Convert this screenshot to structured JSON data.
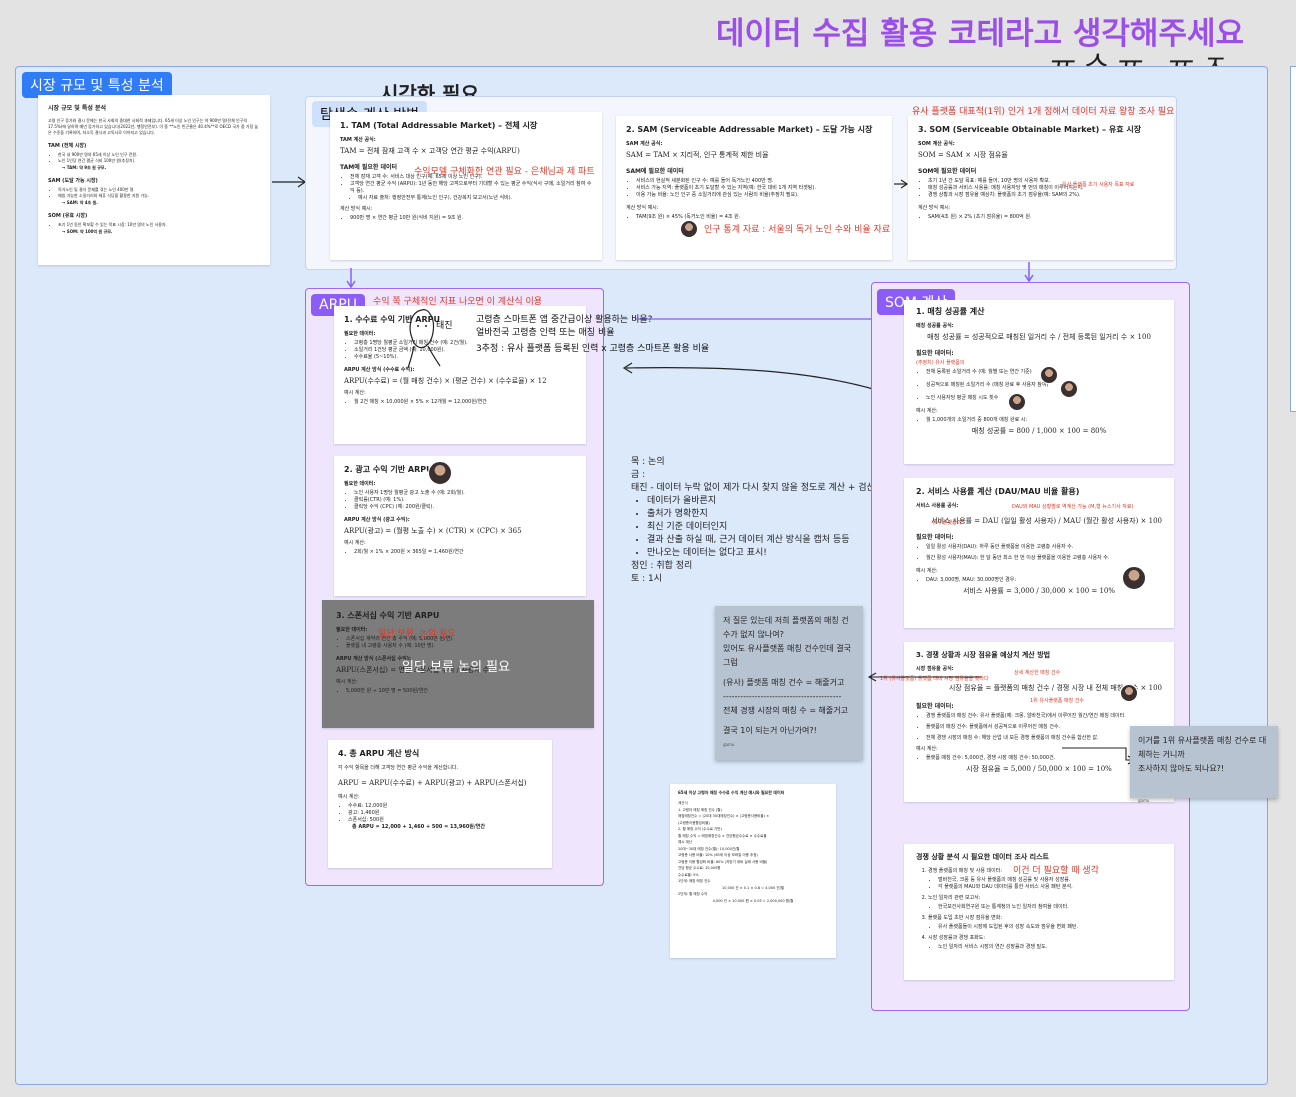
{
  "heading": {
    "title": "데이터 수집 활용 코테라고 생각해주세요",
    "scribble": "ㅠ스ㅠ ㅠㅈ"
  },
  "market": {
    "label": "시장 규모 및 특성 분석",
    "doc_title": "시장 규모 및 특성 분석",
    "intro": "고령 인구 증가와 결시 문제는 한국 사회의 중대한 사회적 과제입니다. 65세 이상 노인 인구는 약 900만 명(전체 인구의 17.5%)에 달하며 매년 증가하고 있습니다(2022년, 행정안전부). 이 중 **노인 빈곤율은 40.4%**로 OECD 국가 중 가장 높은 수준을 기록하며, 저소득 결식과 고독사로 이어지고 있습니다.",
    "tam_title": "TAM (전체 시장)",
    "tam_items": [
      "한국 내 900만 명의 65세 이상 노인 인구 전원.",
      "노인 1인당 연간 평균 식비 100만 원(추정치)."
    ],
    "tam_result": "→ TAM: 약 9조 원 규모.",
    "sam_title": "SAM (도달 가능 시장)",
    "sam_items": [
      "독거노인 및 결식 문제를 겪는 노인 400만 명.",
      "매칭 가능한 소일거리와 제휴 식당을 활용한 지원 가능."
    ],
    "sam_result": "→ SAM: 약 4조 원.",
    "som_title": "SOM (유효 시장)",
    "som_items": [
      "초기 1년 동안 확보할 수 있는 목표 시장: 10만 명의 노인 사용자."
    ],
    "som_result": "→ SOM: 약 100억 원 규모."
  },
  "visual_note": "시각화 필요",
  "explore": {
    "label": "탐색솜 계산 방법",
    "tam_title": "1. TAM (Total Addressable Market) – 전체 시장",
    "tam_formula_label": "TAM 계산 공식:",
    "tam_formula": "TAM = 전체 잠재 고객 수 × 고객당 연간 평균 수익(ARPU)",
    "tam_need": "TAM에 필요한 데이터",
    "tam_items": [
      "전체 잠재 고객 수: 서비스 대상 인구(예: 65세 이상 노인 인구).",
      "고객당 연간 평균 수익 (ARPU): 1년 동안 해당 고객으로부터 기대할 수 있는 평균 수익(식사 구매, 소일거리 참여 수익 등).",
      "예시 자료 출처: 행정안전부 통계(노인 인구), 건강복지 보고서(노년 식비)."
    ],
    "tam_example_label": "계산 방식 예시:",
    "tam_example": "900만 명 × 연간 평균 10만 원(식비 지원) = 9조 원.",
    "tam_note": "수익모델 구체화한 연관 필요 - 은채님과 제 파트",
    "sam_title": "2. SAM (Serviceable Addressable Market) – 도달 가능 시장",
    "sam_formula_label": "SAM 계산 공식:",
    "sam_formula": "SAM = TAM × 지리적, 인구 통계적 제한 비율",
    "sam_need": "SAM에 필요한 데이터",
    "sam_items": [
      "서비스의 현실적 세분화된 인구 수: 예를 들어 독거노인 400만 명.",
      "서비스 가능 지역: 플랫폼이 초기 도달할 수 있는 지역(예: 한국 대비 1개 지역 타겟팅).",
      "이용 가능 비율: 노인 인구 중 소일거리에 관심 있는 사람의 비율(추정치 필요)."
    ],
    "sam_example_label": "계산 방식 예시:",
    "sam_example": "TAM(9조 원) × 45% (독거노인 비율) = 4조 원.",
    "sam_note": "인구 통계 자료 : 서울의 독거 노인 수와 비율 자료",
    "som_title": "3. SOM (Serviceable Obtainable Market) – 유효 시장",
    "som_formula_label": "SOM 계산 공식:",
    "som_formula": "SOM = SAM × 시장 점유율",
    "som_need": "SOM에 필요한 데이터",
    "som_items": [
      "초기 1년 간 도달 목표: 예를 들어, 10만 명의 사용자 확보.",
      "매칭 성공률과 서비스 사용률: 매칭 사용자당 몇 번의 매칭이 이루어지는지.",
      "경쟁 상황과 시장 점유율 예상치: 플랫폼의 초기 점유율(예: SAM의 2%)."
    ],
    "som_example_label": "계산 방식 예시:",
    "som_example": "SAM(4조 원) × 2% (초기 점유율) = 800억 원.",
    "som_note_small": "유사 플랫폼 초기 사용자 목표 자료",
    "som_note": "유사 플랫폼 대표적(1위) 인거 1개 정해서 데이터 자료 왕창 조사 필요"
  },
  "arpu": {
    "label": "ARPU",
    "note": "수익 쪽 구체적인 지표 나오면 이 계산식 이용",
    "c1_title": "1. 수수료 수익 기반 ARPU",
    "c1_need": "필요한 데이터:",
    "c1_items": [
      "고령층 1명당 월평균 소일거리 매칭 건수 (예: 2건/월).",
      "소일거리 1건당 평균 금액 (예: 10,000원).",
      "수수료율 (5~10%)."
    ],
    "c1_formula_label": "ARPU 계산 방식 (수수료 수익):",
    "c1_formula": "ARPU(수수료) = (월 매칭 건수) × (평균 건수) × (수수료율) × 12",
    "c1_example_label": "예시 계산:",
    "c1_example": "월 2건 매칭 × 10,000원 × 5% × 12개월 = 12,000원/연간",
    "c2_title": "2. 광고 수익 기반 ARPU",
    "c2_need": "필요한 데이터:",
    "c2_items": [
      "노인 사용자 1명당 월평균 광고 노출 수 (예: 2회/월).",
      "클릭률(CTR) (예: 1%).",
      "클릭당 수익 (CPC) (예: 200원/클릭)."
    ],
    "c2_formula_label": "ARPU 계산 방식 (광고 수익):",
    "c2_formula": "ARPU(광고) = (월평 노출 수) × (CTR) × (CPC) × 365",
    "c2_example_label": "예시 계산:",
    "c2_example": "2회/월 × 1% × 200원 × 365일 = 1,460원/연간",
    "c3_title": "3. 스폰서십 수익 기반 ARPU",
    "c3_need": "필요한 데이터:",
    "c3_items": [
      "스폰서십 계약의 연간 총 수익 (예: 5,000만 원/연).",
      "플랫폼 내 고령층 사용자 수 (예: 10만 명)."
    ],
    "c3_formula_label": "ARPU 계산 방식 (스폰서십 수익):",
    "c3_formula": "ARPU(스폰서십) = 연간 스폰서십 수익 / 사용자 수",
    "c3_example_label": "예시 계산:",
    "c3_example": "5,000만 원 ÷ 10만 명 = 500원/연간",
    "c3_note": "일단 보류, 논의 필요",
    "c3_overlay": "일단 보류 논의 필요",
    "c4_title": "4. 총 ARPU 계산 방식",
    "c4_desc": "각 수익 항목을 더해 고객당 연간 평균 수익을 계산합니다.",
    "c4_formula": "ARPU = ARPU(수수료) + ARPU(광고) + ARPU(스폰서십)",
    "c4_example_label": "예시 계산:",
    "c4_items": [
      "수수료: 12,000원",
      "광고: 1,460원",
      "스폰서십: 500원"
    ],
    "c4_total": "총 ARPU = 12,000 + 1,460 + 500 = 13,960원/연간",
    "hand_name": "태진",
    "hand_q1": "고령층 스마트폰 앱 중간급이상 활용하는 비율?",
    "hand_q2": "얼바전국 고령층 인력 또는 매칭 비율",
    "hand_q3": "3추정 : 유사 플랫폼 등록된 인력 x 고령층 스마트폰 활용 비율"
  },
  "meeting": {
    "lines": [
      "목 : 논의",
      "금 :",
      "태진 - 데이터 누락 없이 제가 다시 찾지 않을 정도로 계산 + 검산"
    ],
    "bullets": [
      "데이터가 올바른지",
      "출처가 명확한지",
      "최신 기준 데이터인지",
      "결과 산출 하실 때, 근거 데이터 계산 방식을 캡처 등등",
      "만나오는 데이터는 없다고 표시!"
    ],
    "footer": [
      "정인 : 취합 정리",
      "토 : 1시"
    ]
  },
  "sticky1": {
    "lines": [
      "저 질문 있는데 저희 플랫폼의 매칭 건",
      "수가 없지 않나여?",
      "있어도 유사플랫폼 매칭 건수인데 결국",
      "그럼",
      "",
      "(유사) 플랫폼 매칭 건수 = 해줄거고",
      "-----------------------------------------",
      "전체 경쟁 시장의 매칭 수 = 해줄거고",
      "",
      "결국 1이 되는거 아닌가여?!"
    ],
    "author": "gamu"
  },
  "sticky2": {
    "lines": [
      "이거를 1위 유사플랫폼 매칭 건수로 대",
      "체하는 거니까",
      "조사하지 않아도 되나요?!"
    ],
    "author": "gamu"
  },
  "mini_doc": {
    "title": "65세 이상 고령자 매칭 수수료 수익 계산 예시와 필요한 데이터",
    "lines": [
      "계산식",
      "1. 고령자 매칭 매칭 건수 (월)",
      "매칭매칭건수 = (20대 30대매칭건수) × (고령층사용비율) ×",
      "(고령층이용활성비율)",
      "2. 월 매칭 수익 (수수료 기반)",
      "월 매칭 수익 = 매칭매칭건수 × 건당평균수수료 × 수수료율",
      "예시 계산",
      "20대~30대 매칭 건수(월): 10,000건/월",
      "고령층 사용 비율: 10% (65세 이상 모바일 이용 추정)",
      "고령층 이용 활성화 비율: 80% (지방기 대비 실제 사용 비율)",
      "건당 평균 수수료: 10,000원",
      "수수료율: 5%",
      "1단계: 매칭 매칭 건수",
      "10,000 건 × 0.1 × 0.8 = 4,000 건/월",
      "2단계: 월 매칭 수익",
      "4,000 건 × 10,000 원 × 0.05 = 2,000,000 원/월"
    ]
  },
  "som": {
    "label": "SOM 계산",
    "c1_title": "1. 매칭 성공률 계산",
    "c1_formula_label": "매칭 성공률 공식:",
    "c1_formula": "매칭 성공률 = 성공적으로 매칭된 일거리 수 / 전체 등록된 일거리 수 × 100",
    "c1_need": "필요한 데이터:",
    "c1_note": "(추정치) 유사 플랫폼의",
    "c1_items": [
      "전체 등록된 소일거리 수 (예: 월별 또는 연간 기준)",
      "성공적으로 매칭된 소일거리 수 (매칭 완료 후 사용자 참여)",
      "노인 사용자당 평균 매칭 시도 횟수"
    ],
    "c1_example_label": "예시 계산:",
    "c1_example": "월 1,000개의 소일거리 중 800개 매칭 완료 시:",
    "c1_example_formula": "매칭 성공률 = 800 / 1,000 × 100 = 80%",
    "c2_title": "2. 서비스 사용률 계산 (DAU/MAU 비율 활용)",
    "c2_formula_label": "서비스 사용률 공식:",
    "c2_note": "DAU와 MAU 상황별로 역계산 가능 (M,형 뉴스기사 자료)",
    "c2_note2": "유사 플랫폼의",
    "c2_formula": "서비스 사용률 = DAU (일일 활성 사용자) / MAU (월간 활성 사용자) × 100",
    "c2_need": "필요한 데이터:",
    "c2_items": [
      "일일 활성 사용자(DAU): 하루 동안 플랫폼을 이용한 고령층 사용자 수.",
      "월간 활성 사용자(MAU): 한 달 동안 최소 한 번 이상 플랫폼을 이용한 고령층 사용자 수."
    ],
    "c2_example_label": "예시 계산:",
    "c2_example": "DAU: 3,000명, MAU: 30,000명인 경우:",
    "c2_example_formula": "서비스 사용률 = 3,000 / 30,000 × 100 = 10%",
    "c3_title": "3. 경쟁 상황과 시장 점유율 예상치 계산 방법",
    "c3_formula_label": "시장 점유율 공식:",
    "c3_formula": "시장 점유율 = 플랫폼의 매칭 건수 / 경쟁 시장 내 전체 매칭 건수 × 100",
    "c3_note1": "1위 유사플랫폼 매칭 건수",
    "c3_note2": "1위 (유사플랫폼) 플랫폼 대비 시장 점유율을 갖나다",
    "c3_note3": "상세 계산한 매칭 건수",
    "c3_need": "필요한 데이터:",
    "c3_items": [
      "경쟁 플랫폼의 매칭 건수: 유사 플랫폼(예: 크몽, 알바천국)에서 이루어진 월간/연간 매칭 데이터.",
      "플랫폼의 매칭 건수: 플랫폼에서 성공적으로 이루어진 매칭 건수.",
      "전체 경쟁 시장의 매칭 수: 해당 산업 내 모든 경쟁 플랫폼의 매칭 건수를 합산한 값."
    ],
    "c3_example_label": "예시 계산:",
    "c3_example": "플랫폼 매칭 건수: 5,000건, 경쟁 시장 매칭 건수: 50,000건.",
    "c3_example_formula": "시장 점유율 = 5,000 / 50,000 × 100 = 10%",
    "c4_title": "경쟁 상황 분석 시 필요한 데이터 조사 리스트",
    "c4_note": "이건 더 필요할 때 생각",
    "c4_items": [
      "경쟁 플랫폼의 매칭 및 사용 데이터:",
      "벌바천국, 크몽 등 유사 플랫폼의 매칭 성공률 및 사용자 성장률.",
      "각 플랫폼의 MAU와 DAU 데이터를 통한 서비스 사용 패턴 분석.",
      "노인 일자리 관련 보고서:",
      "한국보건사회연구원 또는 통계청의 노인 일자리 참여율 데이터.",
      "플랫폼 도입 초반 시장 점유율 변화:",
      "유사 플랫폼들이 시장에 도입된 후의 성장 속도와 점유율 변화 패턴.",
      "시장 성장률과 경쟁 포화도:",
      "노인 일자리 서비스 시장의 연간 성장률과 경쟁 밀도."
    ]
  }
}
